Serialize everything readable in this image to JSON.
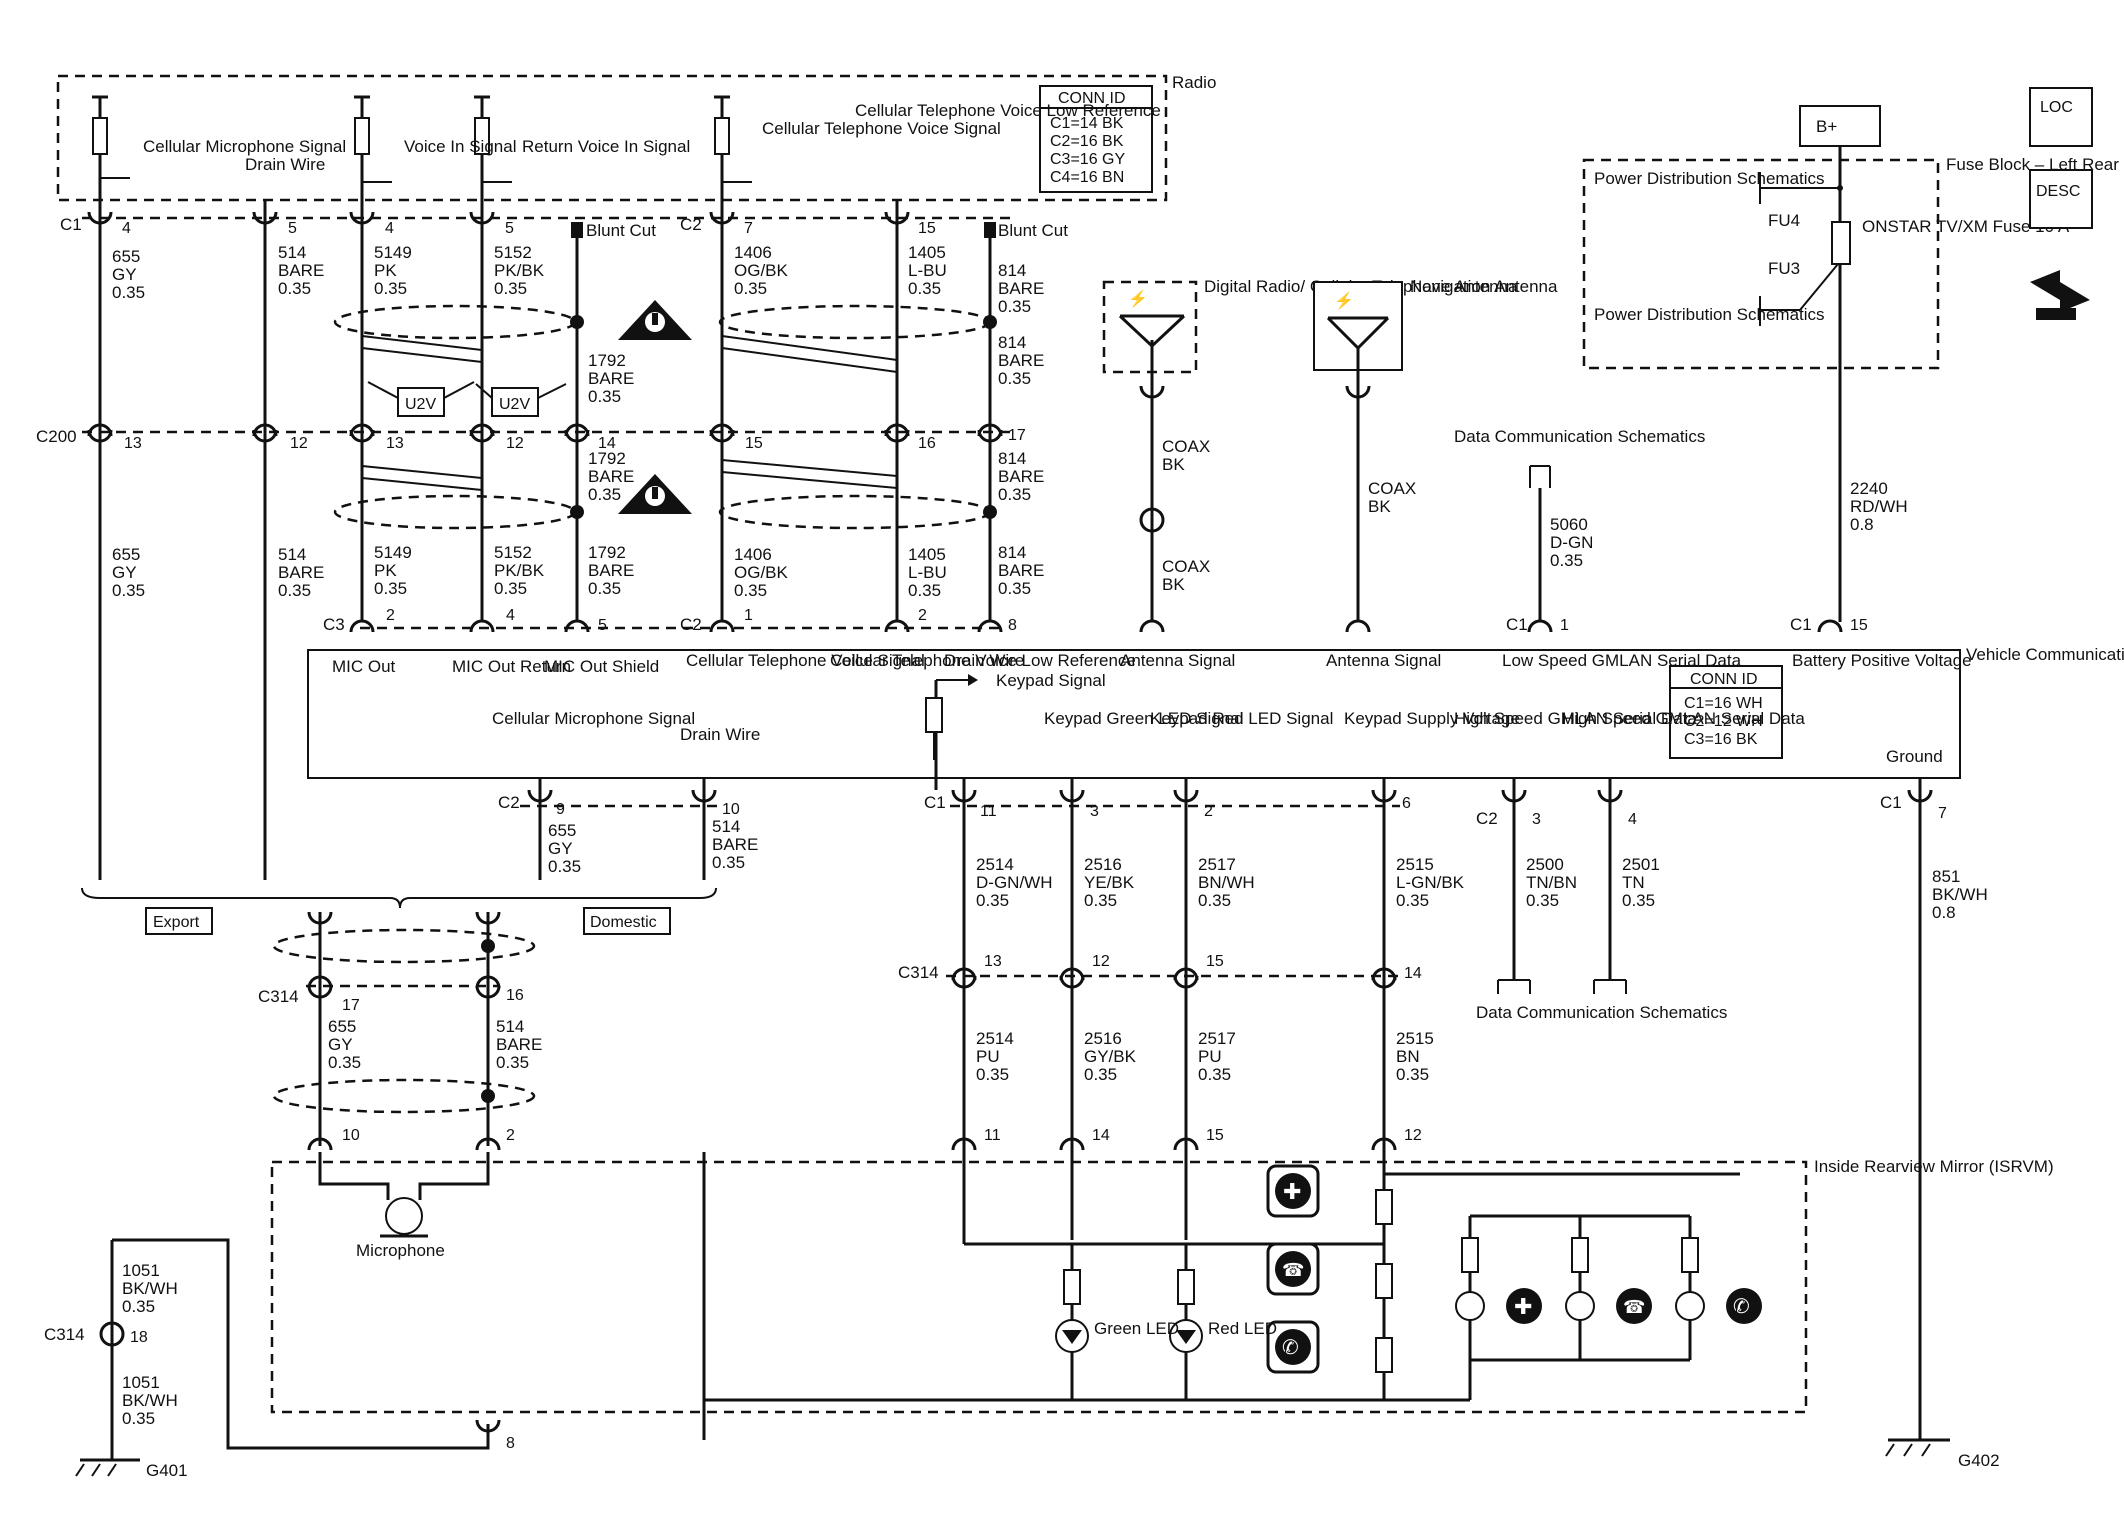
{
  "radio": {
    "name": "Radio",
    "conn_title": "CONN ID",
    "conn": [
      "C1=14 BK",
      "C2=16 BK",
      "C3=16 GY",
      "C4=16 BN"
    ],
    "sig_cell_mic": "Cellular Microphone Signal",
    "sig_drain": "Drain Wire",
    "sig_voice_in": "Voice In Signal",
    "sig_return": "Return Voice In Signal",
    "sig_tel_voice": "Cellular Telephone Voice Signal",
    "sig_tel_low": "Cellular Telephone Voice Low Reference"
  },
  "fuse": {
    "bplus": "B+",
    "block": "Fuse Block – Left Rear",
    "pds_top": "Power Distribution Schematics",
    "pds_bot": "Power Distribution Schematics",
    "fu4": "FU4",
    "fu3": "FU3",
    "fuse_name": "ONSTAR TV/XM Fuse 10 A"
  },
  "icons": {
    "loc": "LOC",
    "desc": "DESC"
  },
  "connectors": {
    "c1": "C1",
    "c2": "C2",
    "c3": "C3",
    "c200": "C200",
    "c314": "C314"
  },
  "blunt": "Blunt Cut",
  "u2v": "U2V",
  "wires_top": [
    {
      "pin": "4",
      "c200": "13",
      "circuit": "655",
      "color": "GY",
      "gauge": "0.35"
    },
    {
      "pin": "5",
      "c200": "12",
      "circuit": "514",
      "color": "BARE",
      "gauge": "0.35"
    },
    {
      "pin": "4",
      "c200": "13",
      "circuit": "5149",
      "color": "PK",
      "gauge": "0.35"
    },
    {
      "pin": "5",
      "c200": "12",
      "circuit": "5152",
      "color": "PK/BK",
      "gauge": "0.35"
    },
    {
      "pin": "",
      "c200": "14",
      "circuit": "1792",
      "color": "BARE",
      "gauge": "0.35"
    },
    {
      "pin": "7",
      "c200": "15",
      "circuit": "1406",
      "color": "OG/BK",
      "gauge": "0.35"
    },
    {
      "pin": "15",
      "c200": "16",
      "circuit": "1405",
      "color": "L-BU",
      "gauge": "0.35"
    },
    {
      "pin": "",
      "c200": "17",
      "circuit": "814",
      "color": "BARE",
      "gauge": "0.35"
    }
  ],
  "antennas": {
    "digital": "Digital Radio/ Cellular Telephone Antenna",
    "nav": "Navigation Antenna",
    "coax": "COAX",
    "bk": "BK"
  },
  "data_comm": "Data Communication Schematics",
  "w5060": {
    "circuit": "5060",
    "color": "D-GN",
    "gauge": "0.35",
    "pin": "1"
  },
  "w2240": {
    "circuit": "2240",
    "color": "RD/WH",
    "gauge": "0.8",
    "pin": "15"
  },
  "vcim": {
    "name": "Vehicle Communication Interface Module (VCIM)",
    "conn_title": "CONN ID",
    "conn": [
      "C1=16 WH",
      "C2=12 WH",
      "C3=16 BK"
    ],
    "top_pins": [
      "2",
      "4",
      "5",
      "1",
      "2",
      "8",
      "1",
      "15"
    ],
    "mic_out": "MIC Out",
    "mic_ret": "MIC Out Return",
    "mic_shield": "MIC Out Shield",
    "tel_voice": "Cellular Telephone Voice Signal",
    "tel_low": "Cellular Telephone Voice Low Reference",
    "drain": "Drain Wire",
    "keypad": "Keypad Signal",
    "ant1": "Antenna Signal",
    "ant2": "Antenna Signal",
    "lowspeed": "Low Speed GMLAN Serial Data",
    "battery": "Battery Positive Voltage",
    "cell_mic": "Cellular Microphone Signal",
    "drain2": "Drain Wire",
    "green": "Keypad Green LED Signal",
    "red": "Keypad Red LED Signal",
    "supply": "Keypad Supply Voltage",
    "hs1": "High Speed GMLAN Serial Data",
    "hs2": "High Speed GMLAN Serial Data",
    "ground": "Ground"
  },
  "wires_bottom": [
    {
      "pin": "9",
      "circuit": "655",
      "color": "GY",
      "gauge": "0.35"
    },
    {
      "pin": "10",
      "circuit": "514",
      "color": "BARE",
      "gauge": "0.35"
    },
    {
      "pin": "11",
      "c314": "13",
      "circuit": "2514",
      "color": "D-GN/WH",
      "gauge": "0.35",
      "c2": "2514",
      "col2": "PU",
      "g2": "0.35",
      "mp": "11"
    },
    {
      "pin": "3",
      "c314": "12",
      "circuit": "2516",
      "color": "YE/BK",
      "gauge": "0.35",
      "c2": "2516",
      "col2": "GY/BK",
      "g2": "0.35",
      "mp": "14"
    },
    {
      "pin": "2",
      "c314": "15",
      "circuit": "2517",
      "color": "BN/WH",
      "gauge": "0.35",
      "c2": "2517",
      "col2": "PU",
      "g2": "0.35",
      "mp": "15"
    },
    {
      "pin": "6",
      "c314": "14",
      "circuit": "2515",
      "color": "L-GN/BK",
      "gauge": "0.35",
      "c2": "2515",
      "col2": "BN",
      "g2": "0.35",
      "mp": "12"
    },
    {
      "pin": "3",
      "circuit": "2500",
      "color": "TN/BN",
      "gauge": "0.35"
    },
    {
      "pin": "4",
      "circuit": "2501",
      "color": "TN",
      "gauge": "0.35"
    },
    {
      "pin": "7",
      "circuit": "851",
      "color": "BK/WH",
      "gauge": "0.8"
    }
  ],
  "export": "Export",
  "domestic": "Domestic",
  "c314wires": [
    {
      "pin": "17",
      "circuit": "655",
      "color": "GY",
      "gauge": "0.35",
      "mp": "10"
    },
    {
      "pin": "16",
      "circuit": "514",
      "color": "BARE",
      "gauge": "0.35",
      "mp": "2"
    }
  ],
  "mirror": {
    "name": "Inside Rearview Mirror (ISRVM)",
    "microphone": "Microphone",
    "green_led": "Green LED",
    "red_led": "Red LED",
    "pin8": "8"
  },
  "ground": {
    "circuit": "1051",
    "color": "BK/WH",
    "gauge": "0.35",
    "pin": "18",
    "g401": "G401",
    "g402": "G402"
  }
}
